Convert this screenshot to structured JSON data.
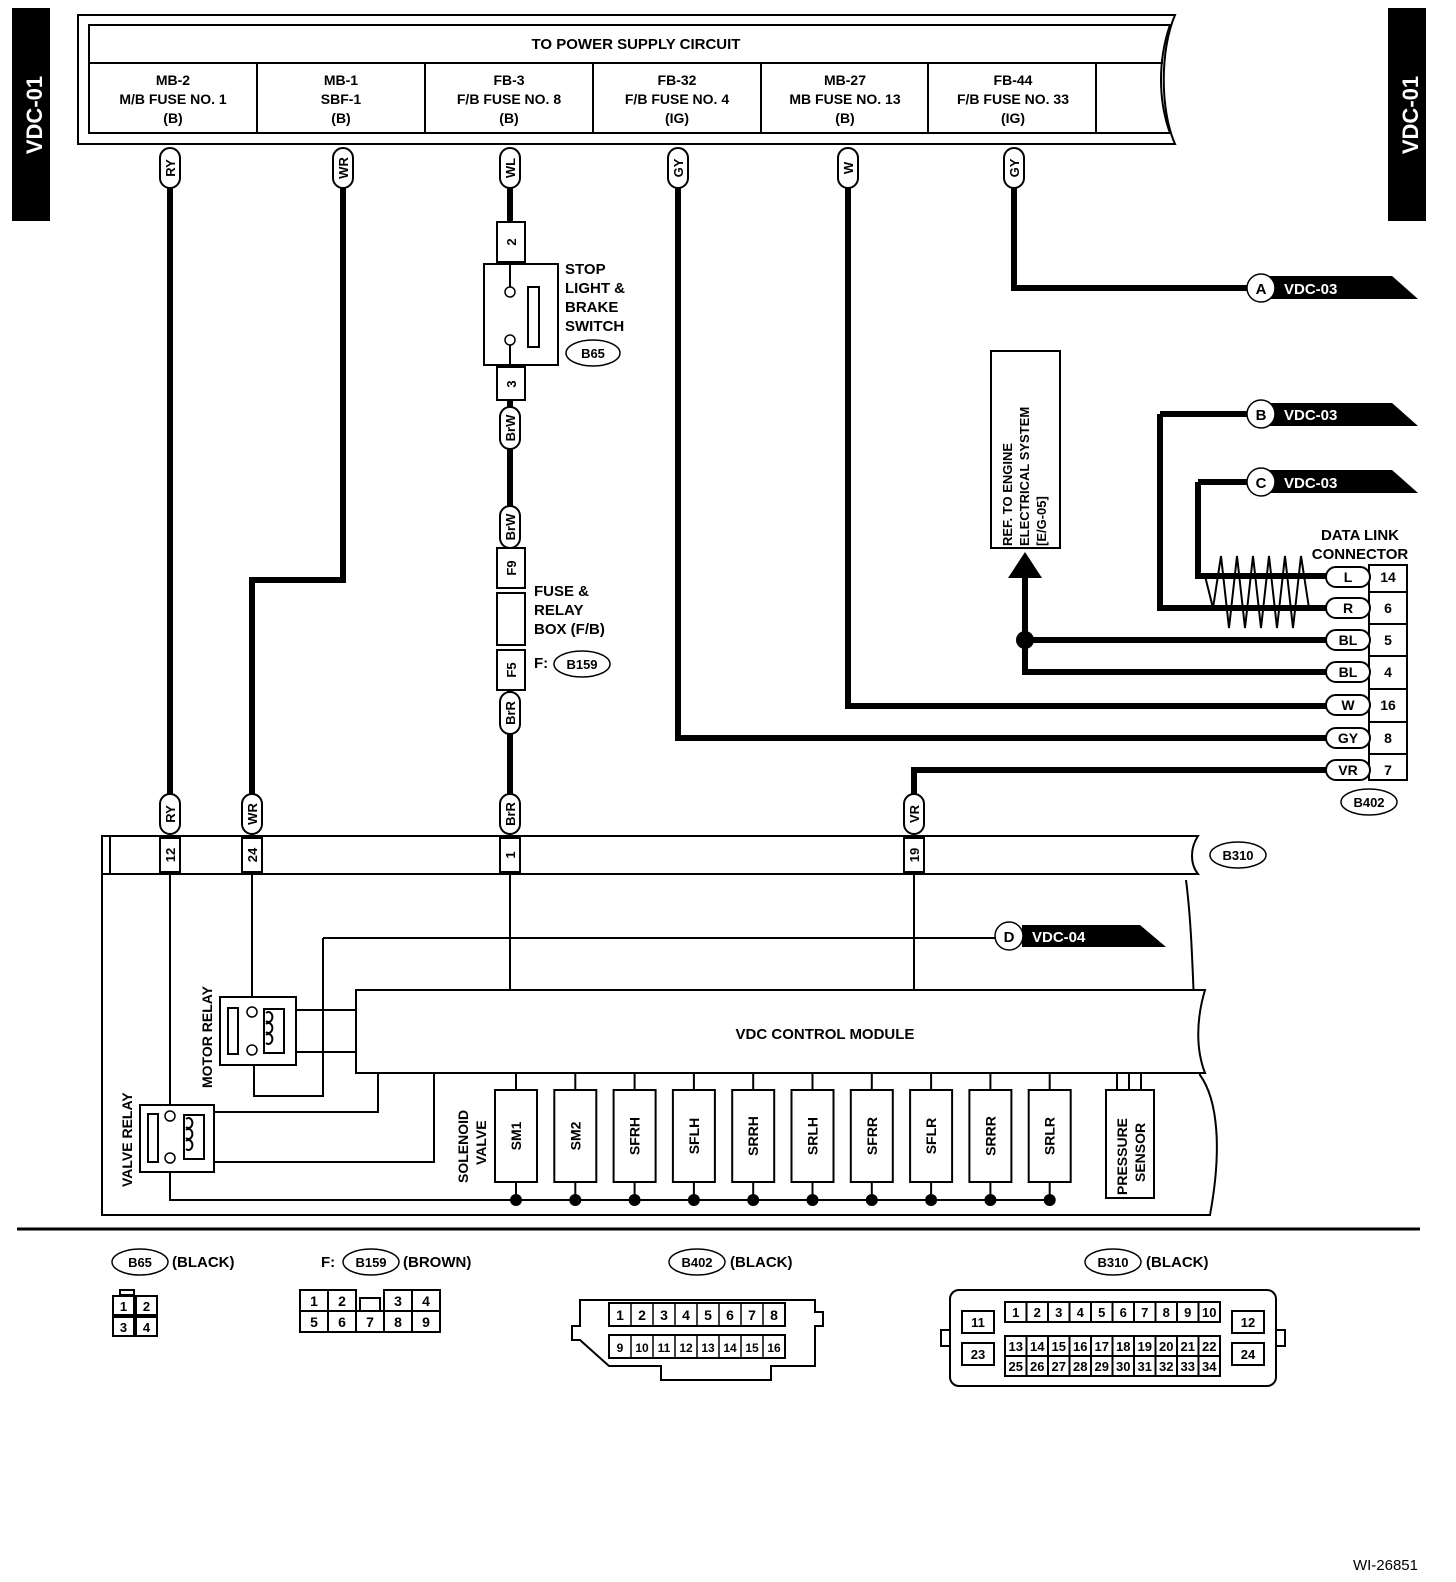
{
  "page_tag": "VDC-01",
  "figure_id": "WI-26851",
  "power_supply": {
    "title": "TO POWER SUPPLY CIRCUIT",
    "columns": [
      {
        "l1": "MB-2",
        "l2": "M/B FUSE NO. 1",
        "l3": "(B)",
        "wire": "RY"
      },
      {
        "l1": "MB-1",
        "l2": "SBF-1",
        "l3": "(B)",
        "wire": "WR"
      },
      {
        "l1": "FB-3",
        "l2": "F/B FUSE NO. 8",
        "l3": "(B)",
        "wire": "WL"
      },
      {
        "l1": "FB-32",
        "l2": "F/B FUSE NO. 4",
        "l3": "(IG)",
        "wire": "GY"
      },
      {
        "l1": "MB-27",
        "l2": "MB FUSE NO. 13",
        "l3": "(B)",
        "wire": "W"
      },
      {
        "l1": "FB-44",
        "l2": "F/B FUSE NO. 33",
        "l3": "(IG)",
        "wire": "GY"
      }
    ]
  },
  "stop_switch": {
    "lines": [
      "STOP",
      "LIGHT &",
      "BRAKE",
      "SWITCH"
    ],
    "connector": "B65",
    "pin_top": "2",
    "pin_bottom": "3",
    "wire_out": "BrW"
  },
  "fuse_box": {
    "lines": [
      "FUSE &",
      "RELAY",
      "BOX (F/B)"
    ],
    "prefix": "F:",
    "connector": "B159",
    "pin_top": "F9",
    "pin_bottom": "F5",
    "wire_in": "BrW",
    "wire_out": "BrR"
  },
  "refs": {
    "a": {
      "letter": "A",
      "label": "VDC-03"
    },
    "b": {
      "letter": "B",
      "label": "VDC-03"
    },
    "c": {
      "letter": "C",
      "label": "VDC-03"
    },
    "d": {
      "letter": "D",
      "label": "VDC-04"
    }
  },
  "engine_ref": {
    "lines": [
      "REF. TO ENGINE",
      "ELECTRICAL SYSTEM",
      "[E/G-05]"
    ]
  },
  "dlc": {
    "lines": [
      "DATA LINK",
      "CONNECTOR"
    ],
    "connector": "B402",
    "rows": [
      {
        "wire": "L",
        "pin": "14"
      },
      {
        "wire": "R",
        "pin": "6"
      },
      {
        "wire": "BL",
        "pin": "5"
      },
      {
        "wire": "BL",
        "pin": "4"
      },
      {
        "wire": "W",
        "pin": "16"
      },
      {
        "wire": "GY",
        "pin": "8"
      },
      {
        "wire": "VR",
        "pin": "7"
      }
    ]
  },
  "b310": {
    "connector": "B310",
    "pins": [
      {
        "wire": "RY",
        "pin": "12"
      },
      {
        "wire": "WR",
        "pin": "24"
      },
      {
        "wire": "BrR",
        "pin": "1"
      },
      {
        "wire": "VR",
        "pin": "19"
      }
    ]
  },
  "module": {
    "name": "VDC CONTROL MODULE",
    "motor_relay": "MOTOR RELAY",
    "valve_relay": "VALVE RELAY",
    "solenoid": [
      "SOLENOID",
      "VALVE"
    ],
    "valves": [
      "SM1",
      "SM2",
      "SFRH",
      "SFLH",
      "SRRH",
      "SRLH",
      "SFRR",
      "SFLR",
      "SRRR",
      "SRLR"
    ],
    "sensor": [
      "PRESSURE",
      "SENSOR"
    ]
  },
  "legend": {
    "b65": {
      "name": "B65",
      "color": "(BLACK)",
      "rows": [
        [
          "1",
          "2"
        ],
        [
          "3",
          "4"
        ]
      ]
    },
    "b159": {
      "prefix": "F:",
      "name": "B159",
      "color": "(BROWN)",
      "rows": [
        [
          "1",
          "2",
          "",
          "3",
          "4"
        ],
        [
          "5",
          "6",
          "7",
          "8",
          "9"
        ]
      ]
    },
    "b402": {
      "name": "B402",
      "color": "(BLACK)",
      "rows": [
        [
          "1",
          "2",
          "3",
          "4",
          "5",
          "6",
          "7",
          "8"
        ],
        [
          "9",
          "10",
          "11",
          "12",
          "13",
          "14",
          "15",
          "16"
        ]
      ]
    },
    "b310": {
      "name": "B310",
      "color": "(BLACK)",
      "left": [
        "11",
        "23"
      ],
      "right": [
        "12",
        "24"
      ],
      "rows": [
        [
          "1",
          "2",
          "3",
          "4",
          "5",
          "6",
          "7",
          "8",
          "9",
          "10"
        ],
        [
          "13",
          "14",
          "15",
          "16",
          "17",
          "18",
          "19",
          "20",
          "21",
          "22"
        ],
        [
          "25",
          "26",
          "27",
          "28",
          "29",
          "30",
          "31",
          "32",
          "33",
          "34"
        ]
      ]
    }
  }
}
